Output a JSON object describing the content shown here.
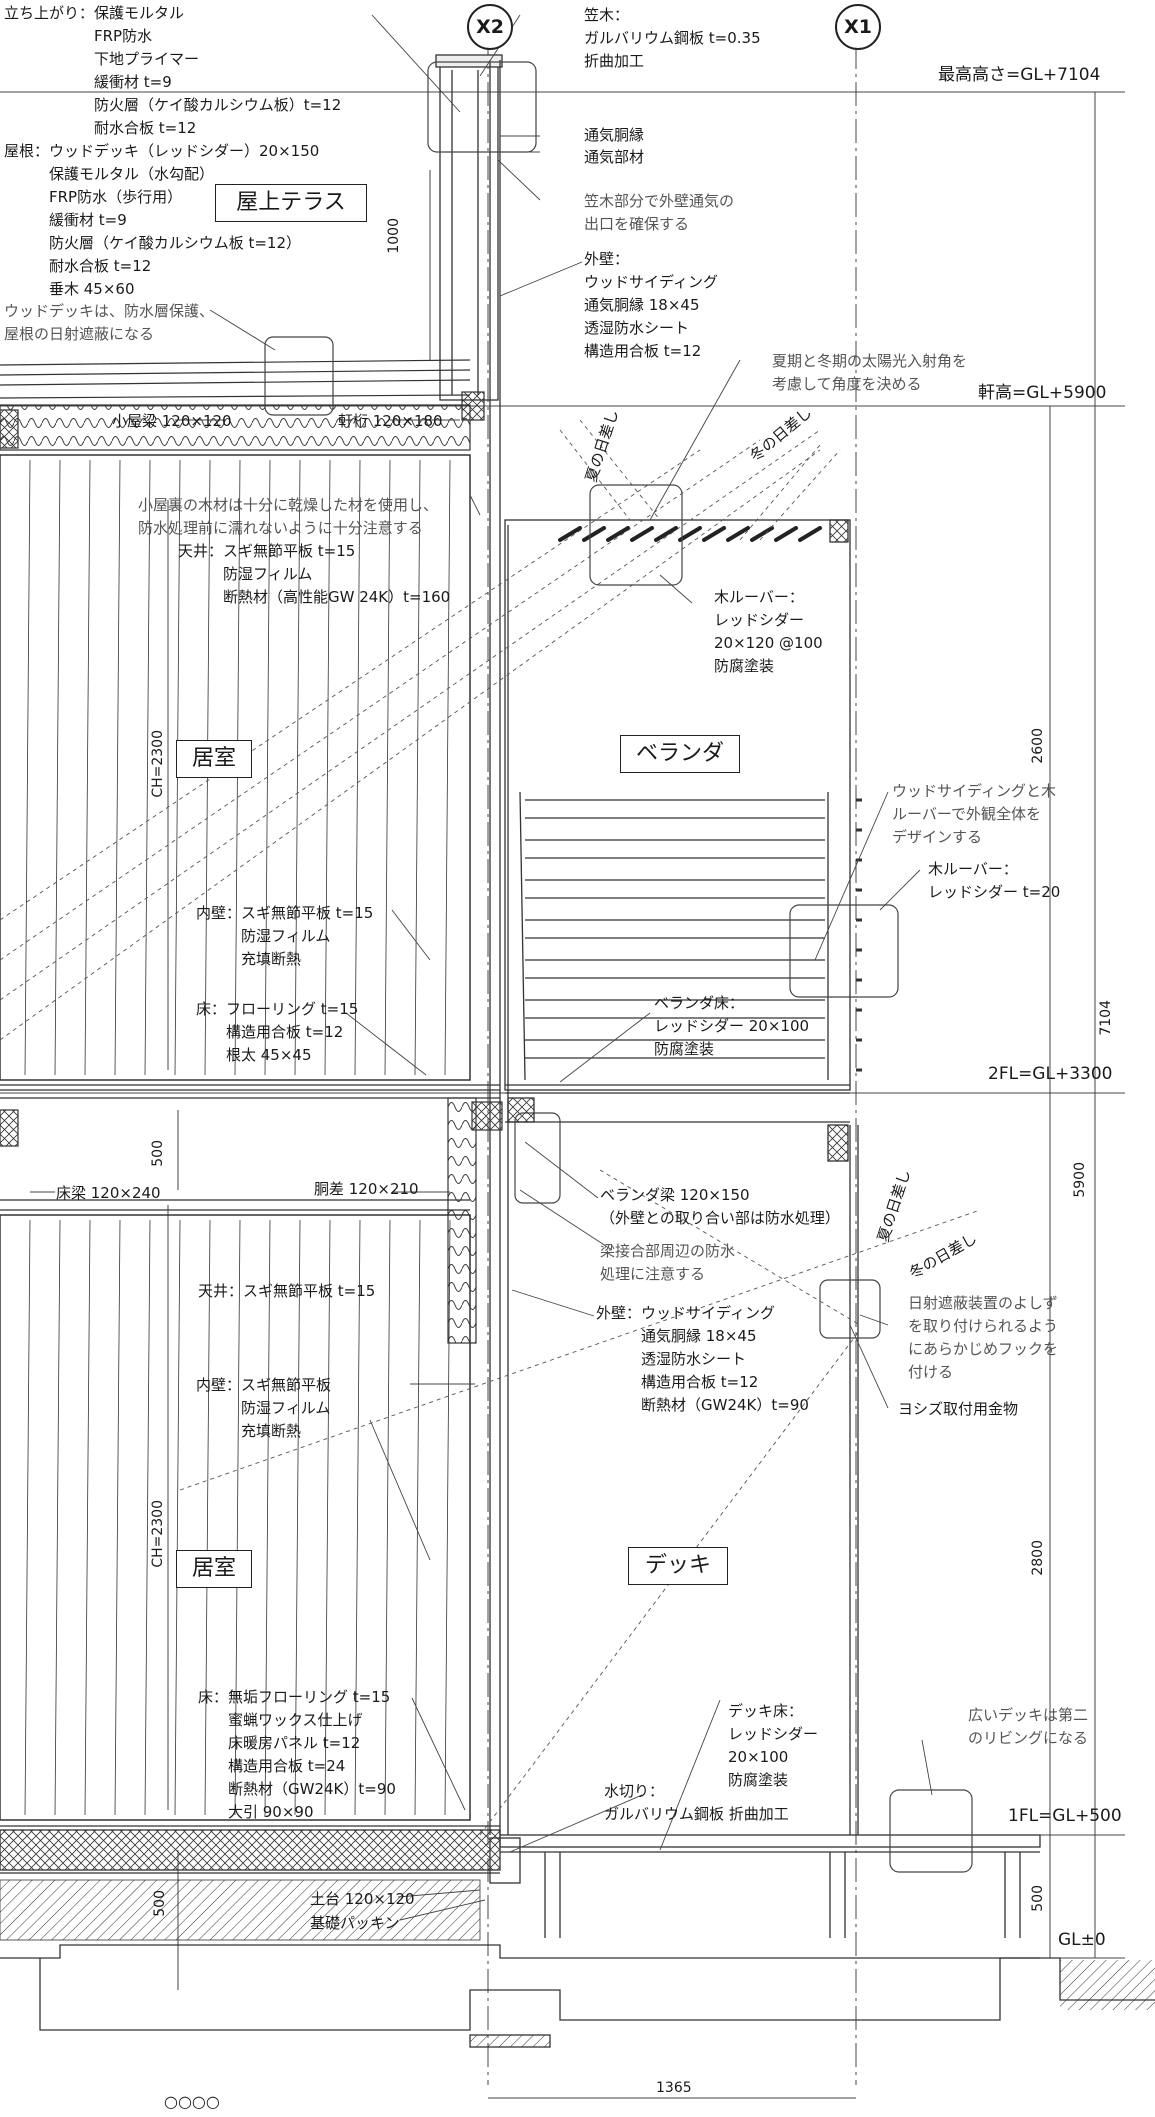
{
  "grid": {
    "x2": "X2",
    "x1": "X1"
  },
  "levels": {
    "top": "最高高さ=GL+7104",
    "eave": "軒高=GL+5900",
    "fl2": "2FL=GL+3300",
    "fl1": "1FL=GL+500",
    "gl": "GL±0"
  },
  "rooms": {
    "roof_terrace": "屋上テラス",
    "room_upper": "居室",
    "veranda": "ベランダ",
    "room_lower": "居室",
    "deck": "デッキ"
  },
  "dims": {
    "parapet": "1000",
    "ch_upper": "CH=2300",
    "ch_lower": "CH=2300",
    "gap": "500",
    "base": "500",
    "d2600": "2600",
    "d5900": "5900",
    "d7104": "7104",
    "d2800": "2800",
    "d500r": "500",
    "width": "1365"
  },
  "annotations": {
    "parapet_finish": "立ち上がり：保護モルタル\n　　　　　　FRP防水\n　　　　　　下地プライマー\n　　　　　　緩衝材 t=9\n　　　　　　防火層（ケイ酸カルシウム板）t=12\n　　　　　　耐水合板 t=12",
    "roof": "屋根：ウッドデッキ（レッドシダー）20×150\n　　　保護モルタル（水勾配）\n　　　FRP防水（歩行用）\n　　　緩衝材 t=9\n　　　防火層（ケイ酸カルシウム板 t=12）\n　　　耐水合板 t=12\n　　　垂木 45×60",
    "wood_deck_note": "ウッドデッキは、防水層保護、\n屋根の日射遮蔽になる",
    "kasagi": "笠木：\nガルバリウム鋼板 t=0.35\n折曲加工",
    "tsuki_dobuchi": "通気胴縁",
    "tsuki_buzai": "通気部材",
    "kasagi_note": "笠木部分で外壁通気の\n出口を確保する",
    "outer_wall_upper": "外壁：\nウッドサイディング\n通気胴縁 18×45\n透湿防水シート\n構造用合板 t=12",
    "sun_angle_note": "夏期と冬期の太陽光入射角を\n考慮して角度を決める",
    "koyabari": "小屋梁 120×120",
    "nokigeta": "軒桁 120×180",
    "attic_note": "小屋裏の木材は十分に乾燥した材を使用し、\n防水処理前に濡れないように十分注意する",
    "ceiling_upper": "天井：スギ無節平板 t=15\n　　　防湿フィルム\n　　　断熱材（高性能GW 24K）t=160",
    "louver_top": "木ルーバー：\nレッドシダー\n20×120 @100\n防腐塗装",
    "design_note": "ウッドサイディングと木\nルーバーで外観全体を\nデザインする",
    "louver_side": "木ルーバー：\nレッドシダー t=20",
    "inner_wall_upper": "内壁：スギ無節平板 t=15\n　　　防湿フィルム\n　　　充填断熱",
    "floor_upper": "床：フローリング t=15\n　　構造用合板 t=12\n　　根太 45×45",
    "veranda_floor": "ベランダ床：\nレッドシダー 20×100\n防腐塗装",
    "yukabari": "床梁 120×240",
    "dosashi": "胴差 120×210",
    "veranda_beam": "ベランダ梁 120×150\n（外壁との取り合い部は防水処理）",
    "joint_note": "梁接合部周辺の防水\n処理に注意する",
    "ceiling_lower": "天井：スギ無節平板 t=15",
    "outer_wall_lower": "外壁：ウッドサイディング\n　　　通気胴縁 18×45\n　　　透湿防水シート\n　　　構造用合板 t=12\n　　　断熱材（GW24K）t=90",
    "shading_note": "日射遮蔽装置のよしず\nを取り付けられるよう\nにあらかじめフックを\n付ける",
    "yoshizu": "ヨシズ取付用金物",
    "inner_wall_lower": "内壁：スギ無節平板\n　　　防湿フィルム\n　　　充填断熱",
    "floor_lower": "床：無垢フローリング t=15\n　　蜜蝋ワックス仕上げ\n　　床暖房パネル t=12\n　　構造用合板 t=24\n　　断熱材（GW24K）t=90\n　　大引 90×90",
    "deck_floor": "デッキ床：\nレッドシダー\n20×100\n防腐塗装",
    "mizukiri": "水切り：\nガルバリウム鋼板 折曲加工",
    "living_note": "広いデッキは第二\nのリビングになる",
    "dodai": "土台 120×120",
    "packing": "基礎パッキン",
    "summer_sun_1": "夏の日差し",
    "winter_sun_1": "冬の日差し",
    "summer_sun_2": "夏の日差し",
    "winter_sun_2": "冬の日差し"
  },
  "footer": {
    "circles": "○○○○"
  }
}
